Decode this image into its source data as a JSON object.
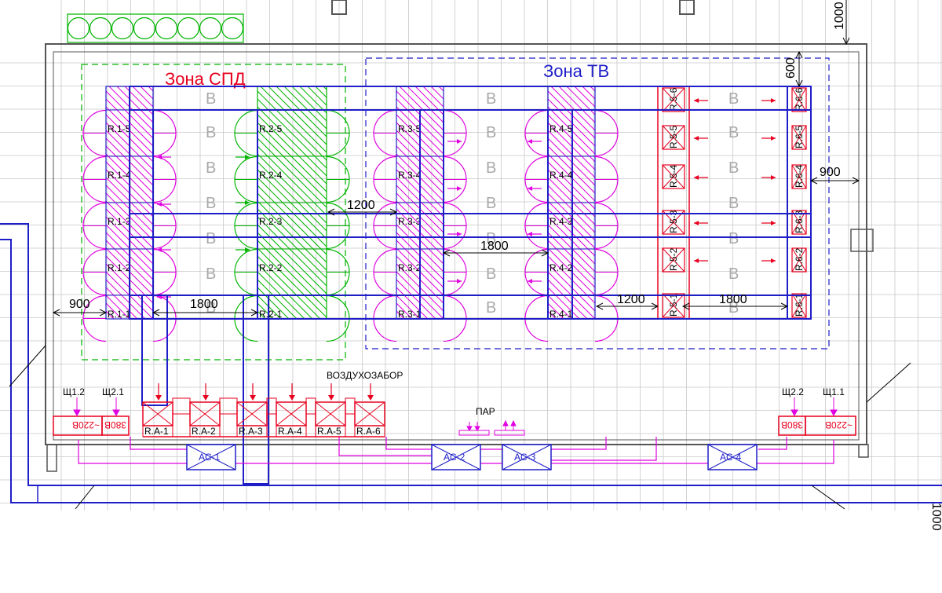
{
  "zones": {
    "spd": "Зона СПД",
    "tv": "Зона ТВ"
  },
  "racks": {
    "r1": [
      "R.1-5",
      "R.1-4",
      "R.1-3",
      "R.1-2",
      "R.1-1"
    ],
    "r2": [
      "R.2-5",
      "R.2-4",
      "R.2-3",
      "R.2-2",
      "R.2-1"
    ],
    "r3": [
      "R.3-5",
      "R.3-4",
      "R.3-3",
      "R.3-2",
      "R.3-1"
    ],
    "r4": [
      "R.4-5",
      "R.4-4",
      "R.4-3",
      "R.4-2",
      "R.4-1"
    ],
    "r5": [
      "R.5-6",
      "R.5-5",
      "R.5-4",
      "R.5-3",
      "R.5-2",
      "R.5-1"
    ],
    "r6": [
      "R.6-6",
      "R.6-5",
      "R.6-4",
      "R.6-3",
      "R.6-2",
      "R.6-1"
    ]
  },
  "ra_units": [
    "R.A-1",
    "R.A-2",
    "R.A-3",
    "R.A-4",
    "R.A-5",
    "R.A-6"
  ],
  "ac_units": [
    "AC-1",
    "AC-2",
    "AC-3",
    "AC-4"
  ],
  "dimensions": {
    "top_right": "1000",
    "top_gap": "600",
    "right_gap": "900",
    "left_gap": "900",
    "aisle_1200_a": "1200",
    "aisle_1800_a": "1800",
    "aisle_1800_b": "1800",
    "aisle_1200_b": "1200",
    "aisle_1800_c": "1800",
    "bottom_right_edge": "1000"
  },
  "labels": {
    "air_intake": "ВОЗДУХОЗАБОР",
    "steam": "ПАР",
    "panel_left_1": "Щ1.2",
    "panel_left_2": "Щ2.1",
    "panel_right_1": "Щ2.2",
    "panel_right_2": "Щ1.1",
    "v220_left": "~220В",
    "v380_left": "380В",
    "v380_right": "380В",
    "v220_right": "~220В",
    "bee": "В"
  },
  "colors": {
    "grid": "#c8c8c8",
    "wall": "#555555",
    "blue": "#1e1ec8",
    "magenta": "#e000e0",
    "green": "#00b400",
    "red": "#e8001e"
  }
}
